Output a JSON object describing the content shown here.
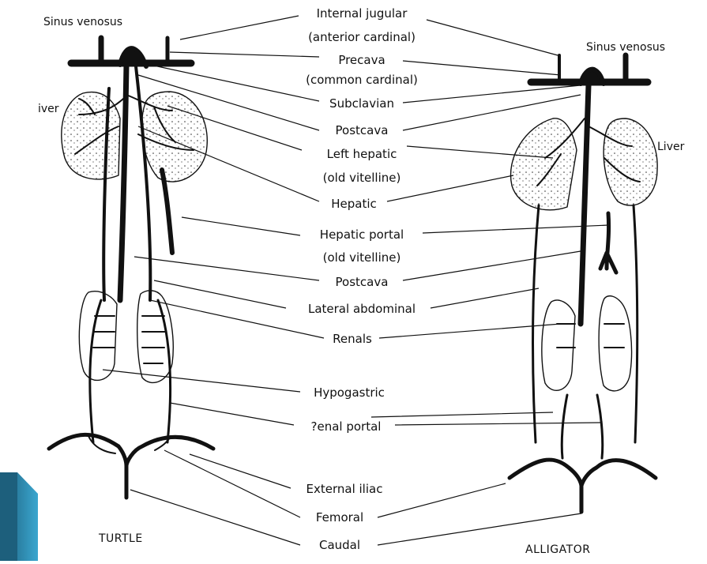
{
  "labels": {
    "sinus_left": "Sinus venosus",
    "sinus_right": "Sinus venosus",
    "liver_left": "iver",
    "liver_right": "Liver",
    "internal_jugular": "Internal jugular",
    "anterior_cardinal": "(anterior cardinal)",
    "precava": "Precava",
    "common_cardinal": "(common cardinal)",
    "subclavian": "Subclavian",
    "postcava_upper": "Postcava",
    "left_hepatic": "Left hepatic",
    "old_vitelline_1": "(old vitelline)",
    "hepatic": "Hepatic",
    "hepatic_portal": "Hepatic portal",
    "old_vitelline_2": "(old vitelline)",
    "postcava_lower": "Postcava",
    "lateral_abdominal": "Lateral abdominal",
    "renals": "Renals",
    "hypogastric": "Hypogastric",
    "renal_portal": "?enal portal",
    "external_iliac": "External iliac",
    "femoral": "Femoral",
    "caudal": "Caudal",
    "turtle": "TURTLE",
    "alligator": "ALLIGATOR"
  },
  "colors": {
    "ink": "#111111",
    "background": "#ffffff",
    "slide_bar_dark": "#1d5f7c",
    "slide_bar_light": "#3aa6cf"
  }
}
